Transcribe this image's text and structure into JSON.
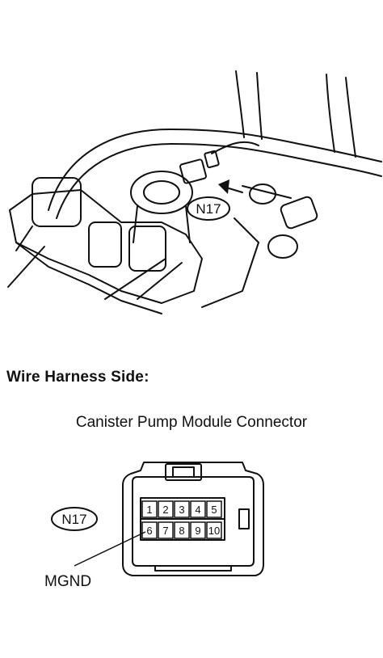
{
  "illustration": {
    "callout": "N17"
  },
  "wire_harness": {
    "heading": "Wire Harness Side:",
    "connector_title": "Canister Pump Module Connector",
    "connector_callout": "N17",
    "pins_top": [
      "1",
      "2",
      "3",
      "4",
      "5"
    ],
    "pins_bottom": [
      "6",
      "7",
      "8",
      "9",
      "10"
    ],
    "pin_label": "MGND"
  }
}
